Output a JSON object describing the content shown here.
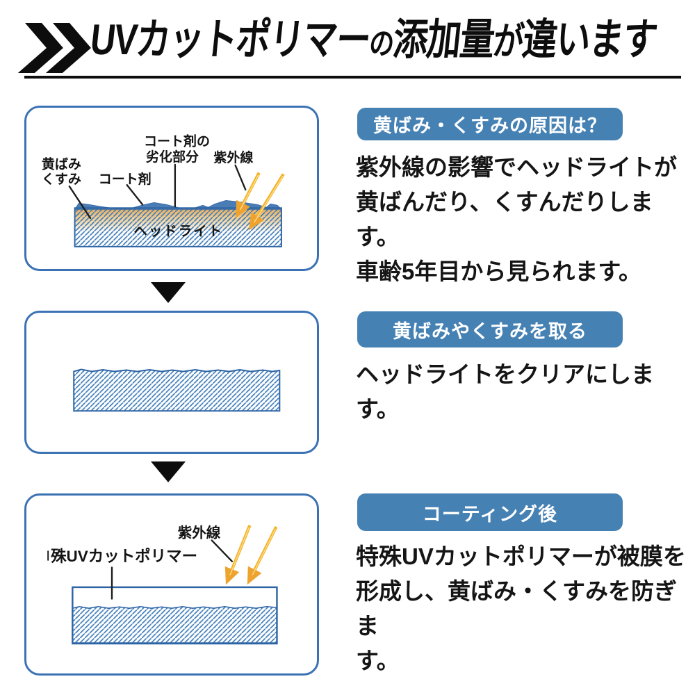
{
  "header": {
    "title_part1": "UVカットポリマー",
    "title_part2": "の",
    "title_part3": "添加量",
    "title_part4": "が",
    "title_part5": "違います"
  },
  "colors": {
    "panel_border": "#3b72b4",
    "pill_background": "#4681b4",
    "hatch_blue": "#3f7cba",
    "diagram_outline_blue": "#2d64a4",
    "coating_blue": "#4a7db5",
    "yellowing_orange": "#e6a44c",
    "uv_ray_yellow": "#f3b32b",
    "uv_ray_head_orange": "#eea32f",
    "flow_arrow_black": "#0d0d0d"
  },
  "steps": [
    {
      "pill": "黄ばみ・くすみの原因は？",
      "body_line1": "紫外線の影響でヘッドライトが",
      "body_line2": "黄ばんだり、くすんだりします。",
      "body_line3": "車齢5年目から見られます。",
      "panel_labels": {
        "yellowing_line1": "黄ばみ",
        "yellowing_line2": "くすみ",
        "coat_agent": "コート剤",
        "degraded_line1": "コート剤の",
        "degraded_line2": "劣化部分",
        "uv_rays": "紫外線",
        "headlight": "ヘッドライト"
      }
    },
    {
      "pill": "黄ばみやくすみを取る",
      "body_line1": "ヘッドライトをクリアにします。"
    },
    {
      "pill": "コーティング後",
      "body_line1": "特殊UVカットポリマーが被膜を",
      "body_line2": "形成し、黄ばみ・くすみを防ぎま",
      "body_line3": "す。",
      "panel_labels": {
        "uv_rays": "紫外線",
        "uv_polymer": "殊UVカットポリマー"
      }
    }
  ]
}
